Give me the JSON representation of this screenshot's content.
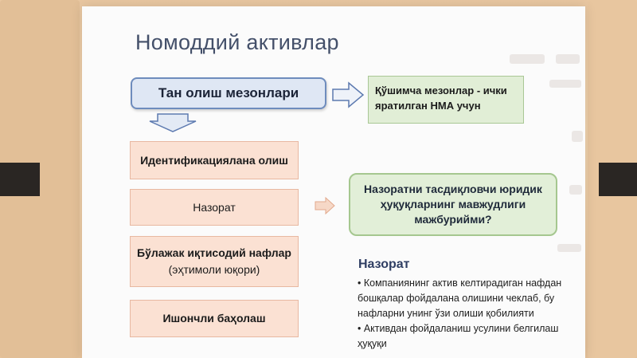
{
  "slide": {
    "title": "Номоддий активлар",
    "main_box": "Тан олиш мезонлари",
    "extra_box": "Қўшимча мезонлар - ички яратилган НМА учун",
    "criteria": [
      {
        "text": "Идентификациялана олиш",
        "sub": ""
      },
      {
        "text": "Назорат",
        "sub": ""
      },
      {
        "text": "Бўлажак иқтисодий нафлар",
        "sub": "(эҳтимоли юқори)"
      },
      {
        "text": "Ишончли баҳолаш",
        "sub": ""
      }
    ],
    "verify_box": "Назоратни тасдиқловчи юридик ҳуқуқларнинг мавжудлиги мажбурийми?",
    "control_heading": "Назорат",
    "control_points": [
      "• Компаниянинг актив келтирадиган нафдан бошқалар фойдалана олишини чеклаб, бу нафларни унинг ўзи олиши қобилияти",
      "• Активдан фойдаланиш усулини белгилаш ҳуқуқи"
    ]
  },
  "colors": {
    "title": "#44506a",
    "main_box_fill": "#dfe7f4",
    "main_box_border": "#6e8cbd",
    "green_fill": "#e1eed6",
    "pink_fill": "#fbe1d3",
    "heading": "#2f3e63"
  }
}
